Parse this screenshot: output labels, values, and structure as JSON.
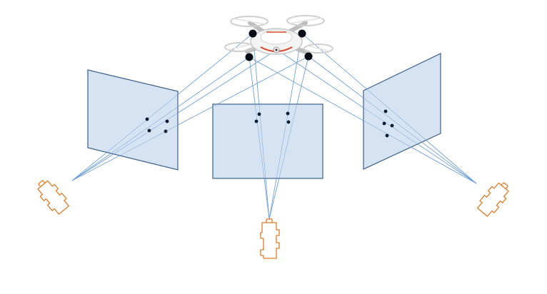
{
  "colors": {
    "background": "#ffffff",
    "image_plane_fill": "#d5e3f2",
    "image_plane_stroke": "#3b5f8a",
    "ray": "#6d9ed6",
    "camera_outline": "#e07d28",
    "marker": "#0c1a33",
    "drone_body": "#f4f4f4",
    "drone_accent": "#d9472b"
  },
  "objects": {
    "drone": "quadcopter-with-four-markers",
    "cameras": [
      "camera-left",
      "camera-center",
      "camera-right"
    ],
    "image_planes": [
      "image-plane-left",
      "image-plane-center",
      "image-plane-right"
    ],
    "markers_per_plane": 4
  }
}
